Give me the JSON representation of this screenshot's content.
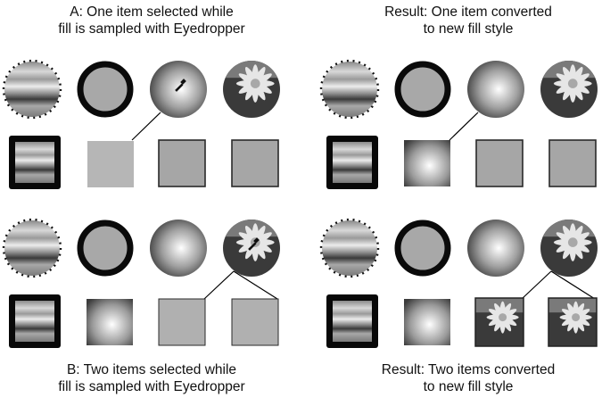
{
  "captions": {
    "top_left": [
      "A: One item selected while",
      "fill is sampled with Eyedropper"
    ],
    "top_right": [
      "Result: One item converted",
      "to new fill style"
    ],
    "bottom_left": [
      "B: Two items selected while",
      "fill is sampled with Eyedropper"
    ],
    "bottom_right": [
      "Result: Two items converted",
      "to new fill style"
    ]
  },
  "panels": [
    {
      "id": "a-before",
      "circles": [
        "stripes",
        "ring",
        "radial",
        "flower"
      ],
      "squares": [
        "stripes",
        "light",
        "bordered",
        "bordered"
      ],
      "eyedropper_on_circle": 3,
      "links": [
        [
          3,
          2
        ]
      ]
    },
    {
      "id": "a-result",
      "circles": [
        "stripes",
        "ring",
        "radial",
        "flower"
      ],
      "squares": [
        "stripes",
        "radial",
        "bordered",
        "bordered"
      ],
      "eyedropper_on_circle": null,
      "links": [
        [
          3,
          2
        ]
      ]
    },
    {
      "id": "b-before",
      "circles": [
        "stripes",
        "ring",
        "radial",
        "flower"
      ],
      "squares": [
        "stripes",
        "radial",
        "light-bordered",
        "light-bordered"
      ],
      "eyedropper_on_circle": 4,
      "links": [
        [
          4,
          3
        ],
        [
          4,
          4
        ]
      ]
    },
    {
      "id": "b-result",
      "circles": [
        "stripes",
        "ring",
        "radial",
        "flower"
      ],
      "squares": [
        "stripes",
        "radial",
        "flower",
        "flower"
      ],
      "eyedropper_on_circle": null,
      "links": [
        [
          4,
          3
        ],
        [
          4,
          4
        ]
      ]
    }
  ]
}
